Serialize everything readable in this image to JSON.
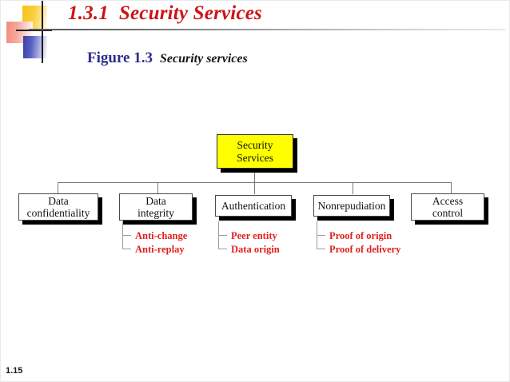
{
  "slide": {
    "title": "1.3.1  Security Services",
    "figure_label": "Figure 1.3",
    "figure_text": "Security services",
    "page_number": "1.15",
    "colors": {
      "title_red": "#cc1417",
      "figure_blue": "#2d2d8f",
      "root_fill": "#ffff00",
      "subitem_red": "#e02020",
      "node_border": "#4a4a4a"
    }
  },
  "chart_data": {
    "type": "diagram",
    "title": "Security services",
    "root": {
      "label": "Security\nServices",
      "fill": "#ffff00"
    },
    "nodes": [
      {
        "label": "Data\nconfidentiality",
        "subitems": []
      },
      {
        "label": "Data\nintegrity",
        "subitems": [
          "Anti-change",
          "Anti-replay"
        ]
      },
      {
        "label": "Authentication",
        "subitems": [
          "Peer entity",
          "Data origin"
        ]
      },
      {
        "label": "Nonrepudiation",
        "subitems": [
          "Proof of origin",
          "Proof of delivery"
        ]
      },
      {
        "label": "Access\ncontrol",
        "subitems": []
      }
    ]
  },
  "diagram": {
    "root_label": "Security\nServices",
    "n0_label": "Data\nconfidentiality",
    "n1_label": "Data\nintegrity",
    "n2_label": "Authentication",
    "n3_label": "Nonrepudiation",
    "n4_label": "Access\ncontrol",
    "n1_sub0": "Anti-change",
    "n1_sub1": "Anti-replay",
    "n2_sub0": "Peer entity",
    "n2_sub1": "Data origin",
    "n3_sub0": "Proof of origin",
    "n3_sub1": "Proof of delivery"
  }
}
